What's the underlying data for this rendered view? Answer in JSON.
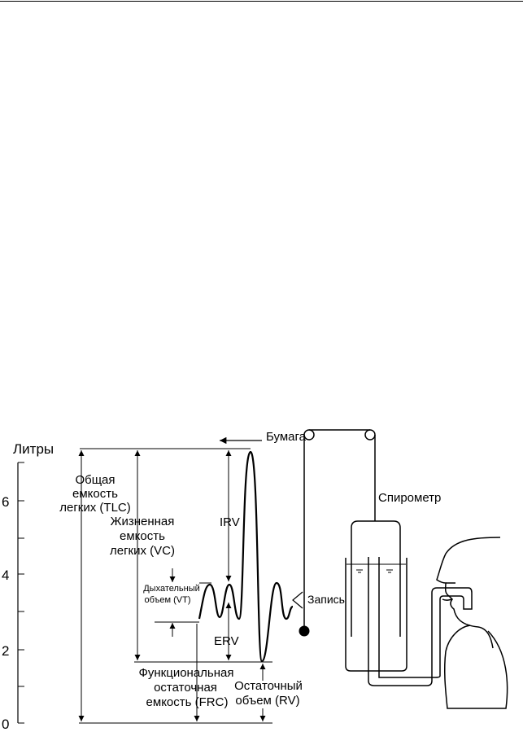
{
  "diagram": {
    "axis": {
      "unit_label": "Литры",
      "ticks": [
        "0",
        "2",
        "4",
        "6"
      ]
    },
    "labels": {
      "paper": "Бумага",
      "spirometer": "Спирометр",
      "recording": "Запись",
      "tlc": [
        "Общая",
        "емкость",
        "легких (TLC)"
      ],
      "vc": [
        "Жизненная",
        "емкость",
        "легких (VC)"
      ],
      "irv": "IRV",
      "vt": [
        "Дыхательный",
        "объем (VT)"
      ],
      "erv": "ERV",
      "frc": [
        "Функциональная",
        "остаточная",
        "емкость (FRC)"
      ],
      "rv": [
        "Остаточный",
        "объем (RV)"
      ]
    },
    "colors": {
      "ink": "#000000",
      "background": "#ffffff"
    }
  }
}
